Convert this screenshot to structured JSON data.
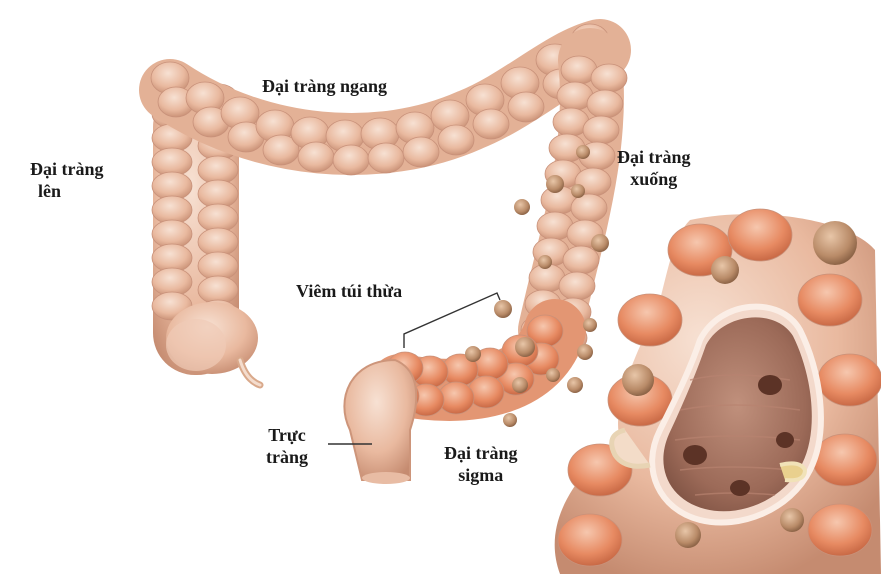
{
  "labels": {
    "transverse": "Đại tràng ngang",
    "ascending_1": "Đại tràng",
    "ascending_2": "lên",
    "descending_1": "Đại tràng",
    "descending_2": "xuống",
    "diverticulitis": "Viêm túi thừa",
    "rectum_1": "Trực",
    "rectum_2": "tràng",
    "sigmoid_1": "Đại tràng",
    "sigmoid_2": "sigma"
  },
  "colors": {
    "colon_base": "#e7b69c",
    "colon_light": "#f3d6c5",
    "colon_dark": "#c98e73",
    "inflamed": "#e27a55",
    "diverticulum": "#c79a77",
    "lumen": "#a77360"
  }
}
